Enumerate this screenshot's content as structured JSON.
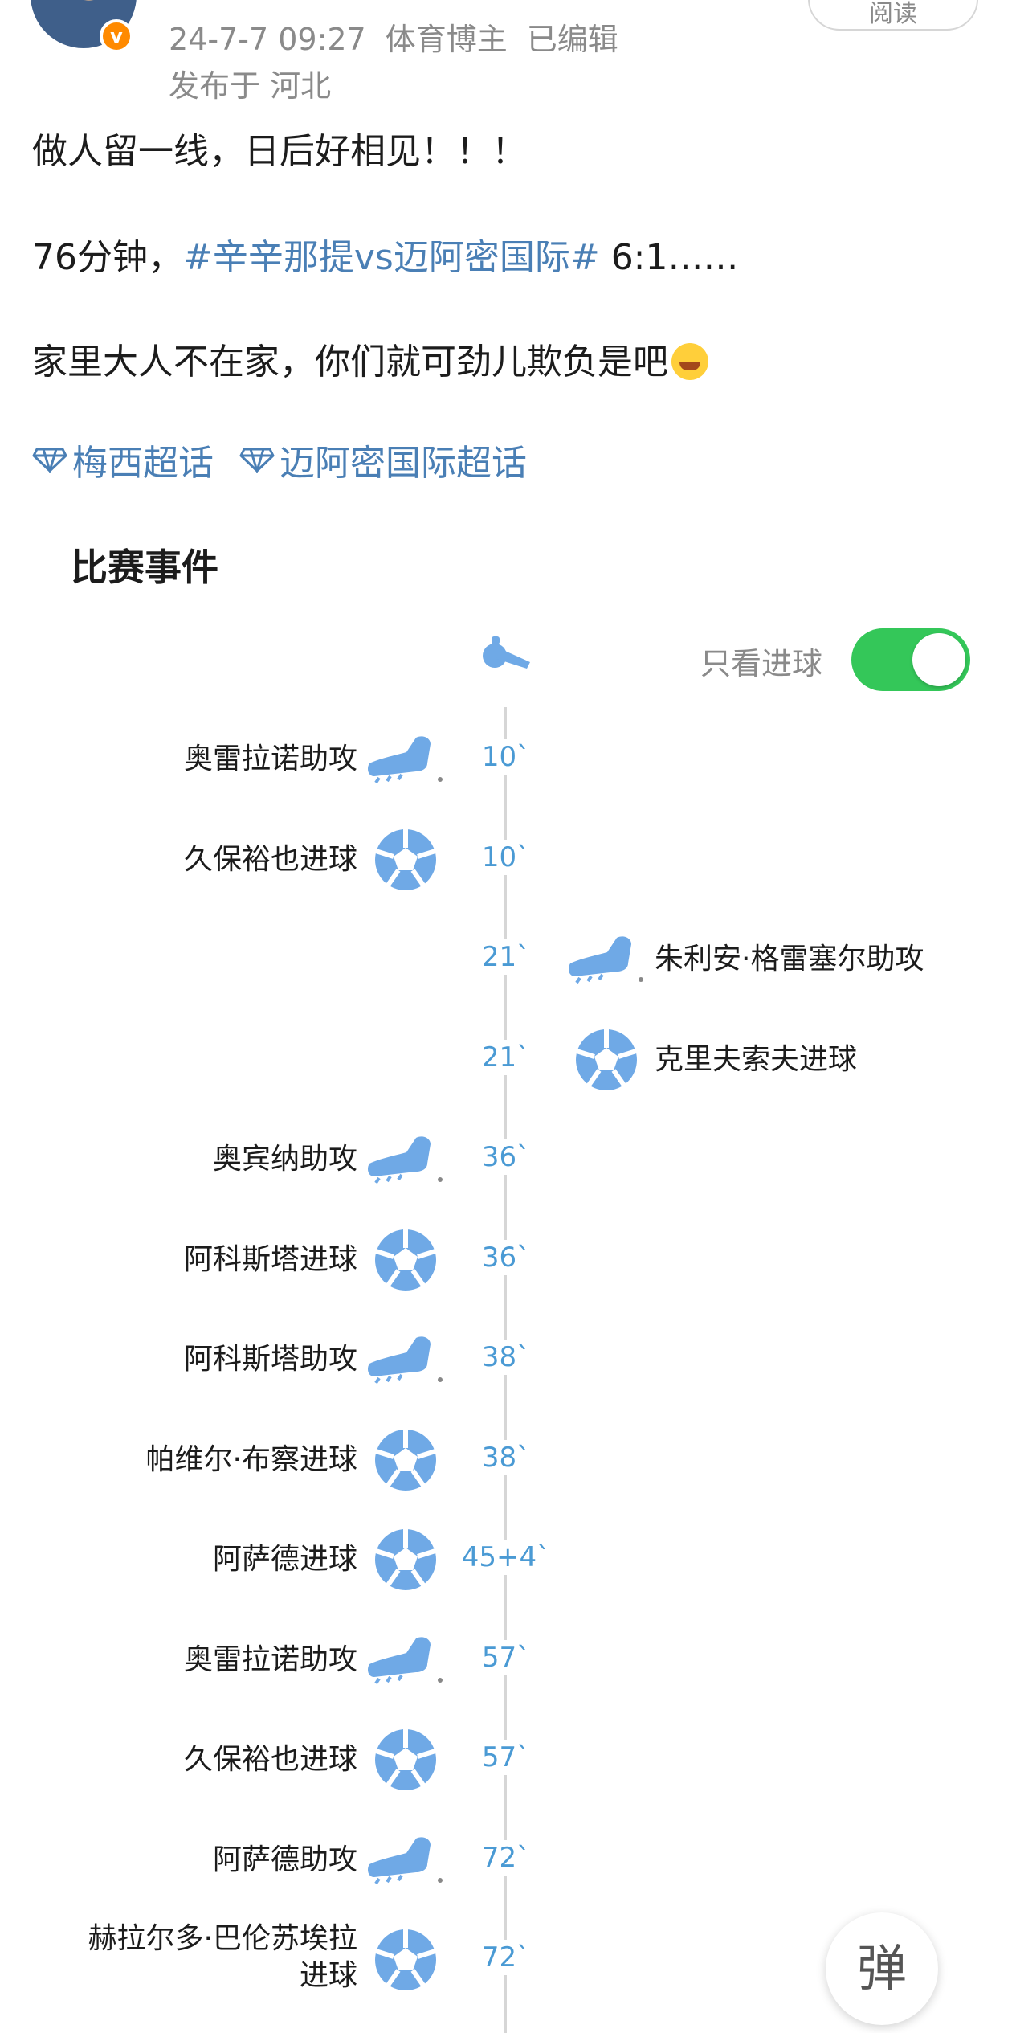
{
  "post": {
    "meta": {
      "date": "24-7-7 09:27",
      "badge": "体育博主",
      "edited": "已编辑",
      "location": "发布于 河北"
    },
    "read_label": "阅读",
    "line1": "做人留一线，日后好相见！！！",
    "line2_prefix": "76分钟，",
    "line2_hashtag": "#辛辛那提vs迈阿密国际#",
    "line2_suffix": " 6:1……",
    "line3": "家里大人不在家，你们就可劲儿欺负是吧",
    "supertopics": [
      "梅西超话",
      "迈阿密国际超话"
    ]
  },
  "events": {
    "title": "比赛事件",
    "toggle_label": "只看进球",
    "toggle_on": true,
    "items": [
      {
        "side": "left",
        "type": "assist",
        "name": "奥雷拉诺助攻",
        "time": "10`"
      },
      {
        "side": "left",
        "type": "goal",
        "name": "久保裕也进球",
        "time": "10`"
      },
      {
        "side": "right",
        "type": "assist",
        "name": "朱利安·格雷塞尔助攻",
        "time": "21`"
      },
      {
        "side": "right",
        "type": "goal",
        "name": "克里夫索夫进球",
        "time": "21`"
      },
      {
        "side": "left",
        "type": "assist",
        "name": "奥宾纳助攻",
        "time": "36`"
      },
      {
        "side": "left",
        "type": "goal",
        "name": "阿科斯塔进球",
        "time": "36`"
      },
      {
        "side": "left",
        "type": "assist",
        "name": "阿科斯塔助攻",
        "time": "38`"
      },
      {
        "side": "left",
        "type": "goal",
        "name": "帕维尔·布察进球",
        "time": "38`"
      },
      {
        "side": "left",
        "type": "goal",
        "name": "阿萨德进球",
        "time": "45+4`"
      },
      {
        "side": "left",
        "type": "assist",
        "name": "奥雷拉诺助攻",
        "time": "57`"
      },
      {
        "side": "left",
        "type": "goal",
        "name": "久保裕也进球",
        "time": "57`"
      },
      {
        "side": "left",
        "type": "assist",
        "name": "阿萨德助攻",
        "time": "72`"
      },
      {
        "side": "left",
        "type": "goal",
        "name": "赫拉尔多·巴伦苏埃拉\n进球",
        "time": "72`"
      }
    ]
  },
  "danmaku_button": "弹",
  "colors": {
    "accent": "#4a7fb5",
    "time": "#4a9ad4",
    "icon": "#6fa9e6",
    "toggle": "#34c759",
    "badge": "#ff8a00"
  }
}
